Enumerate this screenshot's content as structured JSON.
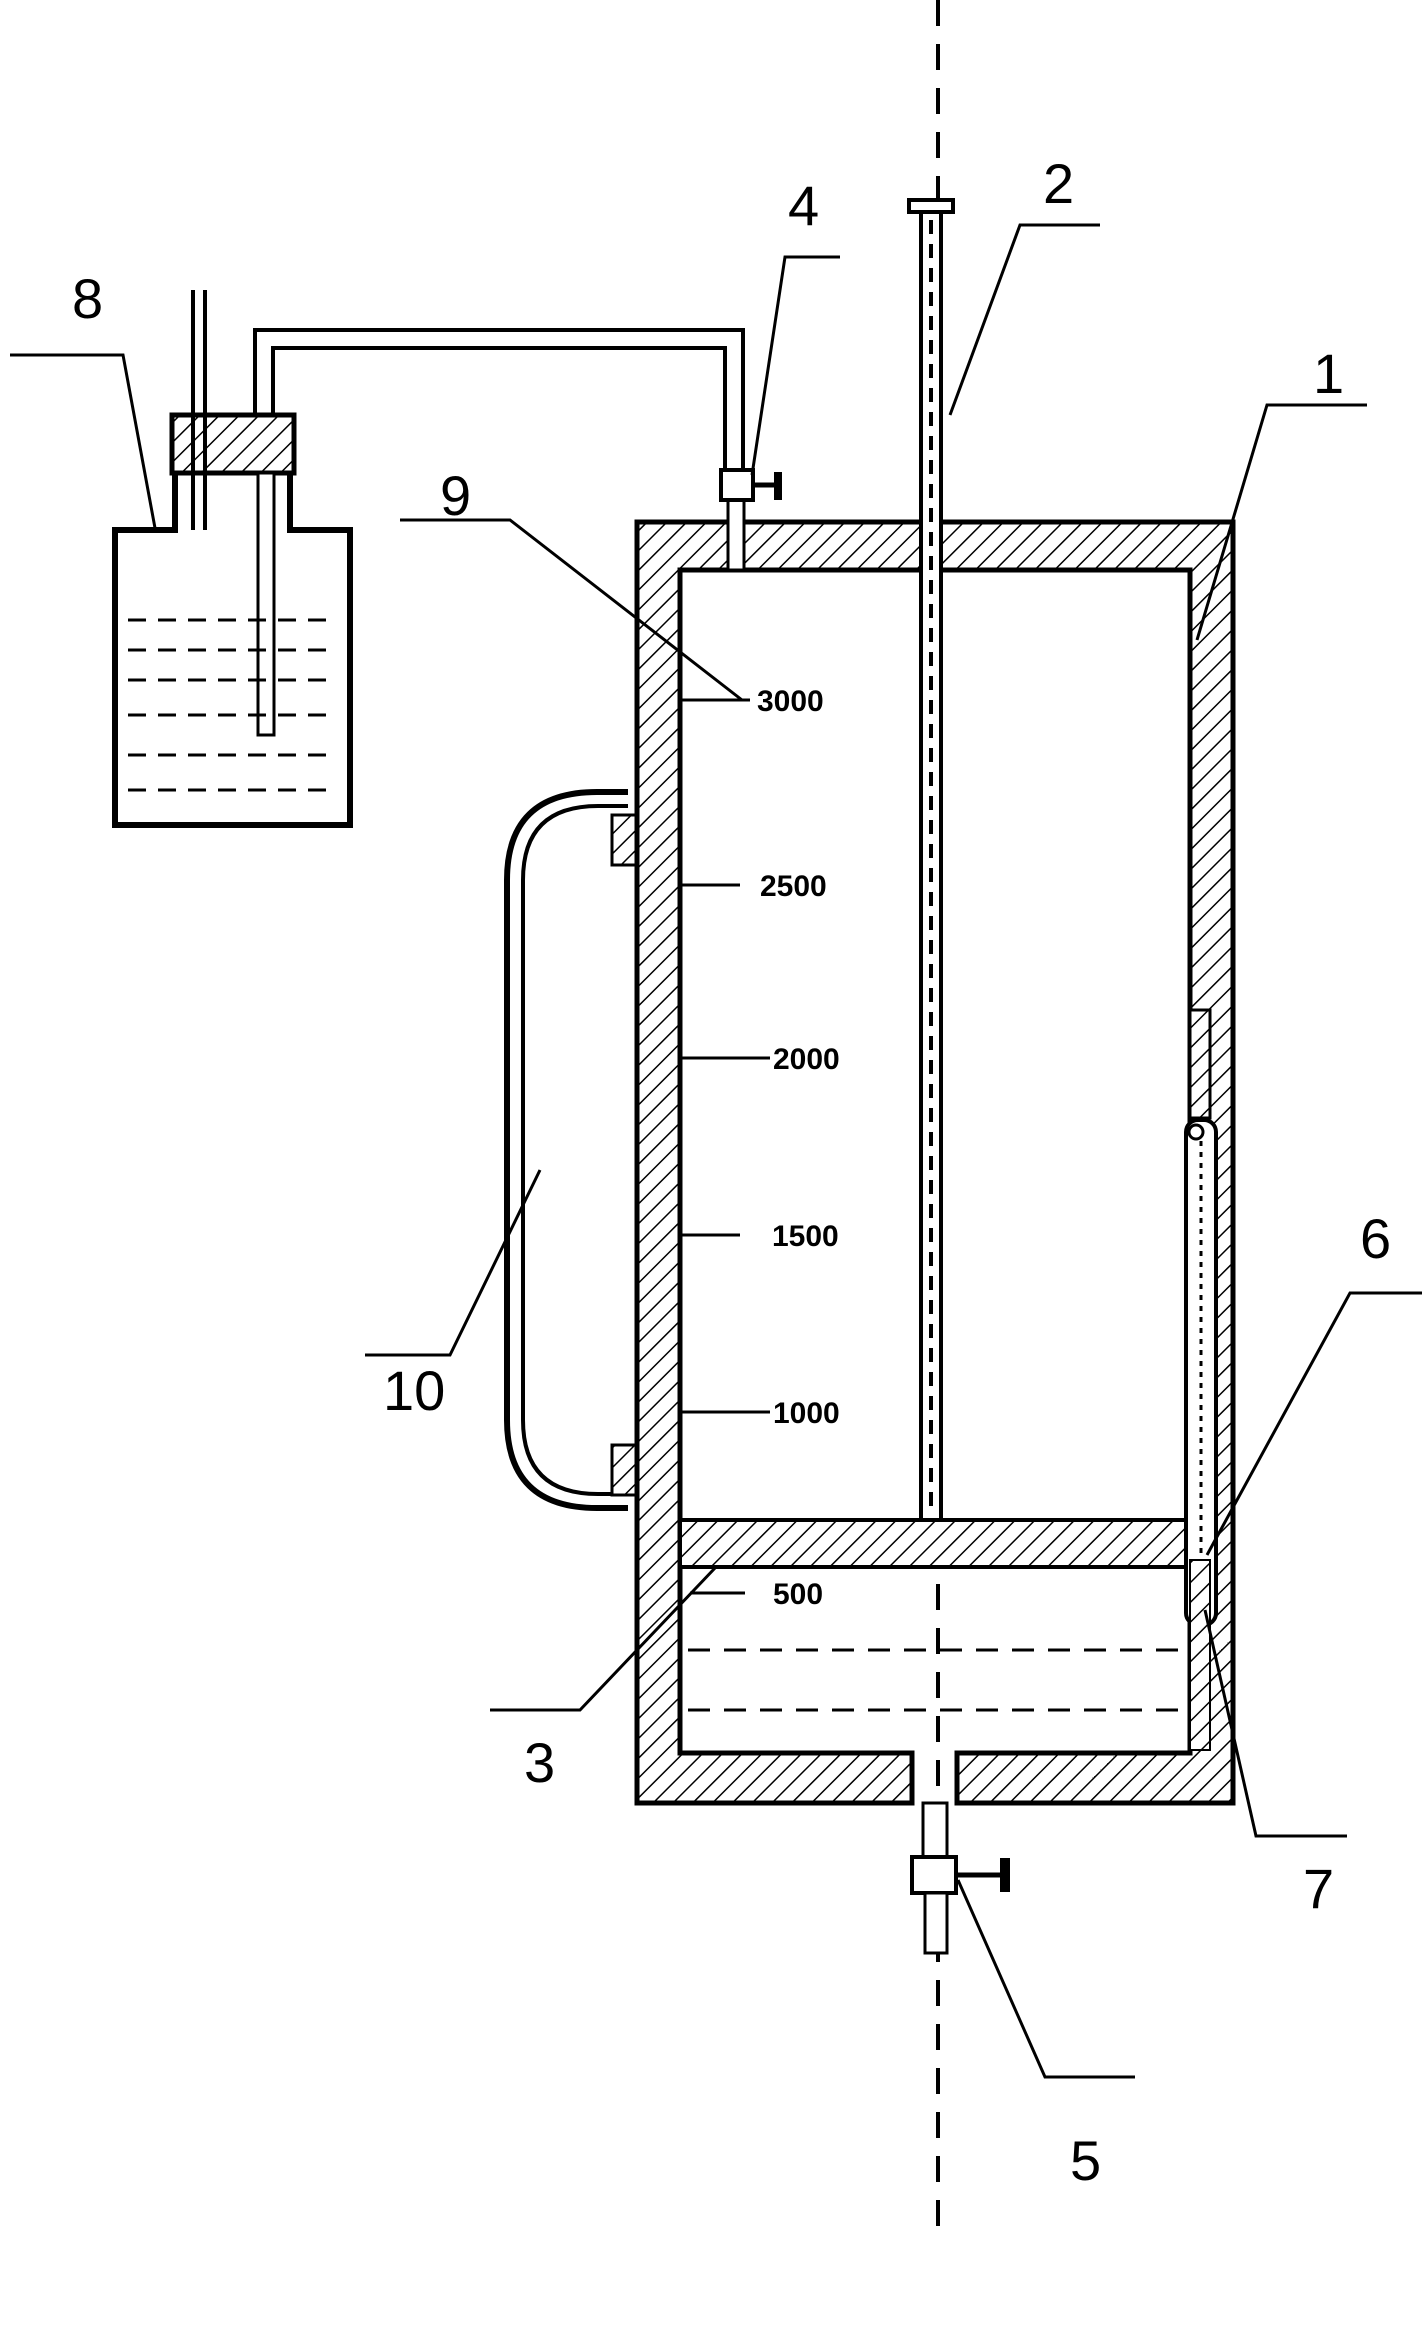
{
  "figure": {
    "colors": {
      "stroke": "#000000",
      "background": "#ffffff",
      "hatch": "#000000"
    },
    "callouts": [
      {
        "id": "1",
        "text": "1"
      },
      {
        "id": "2",
        "text": "2"
      },
      {
        "id": "3",
        "text": "3"
      },
      {
        "id": "4",
        "text": "4"
      },
      {
        "id": "5",
        "text": "5"
      },
      {
        "id": "6",
        "text": "6"
      },
      {
        "id": "7",
        "text": "7"
      },
      {
        "id": "8",
        "text": "8"
      },
      {
        "id": "9",
        "text": "9"
      },
      {
        "id": "10",
        "text": "10"
      }
    ],
    "scale_marks": [
      "3000",
      "2500",
      "2000",
      "1500",
      "1000",
      "500"
    ]
  }
}
